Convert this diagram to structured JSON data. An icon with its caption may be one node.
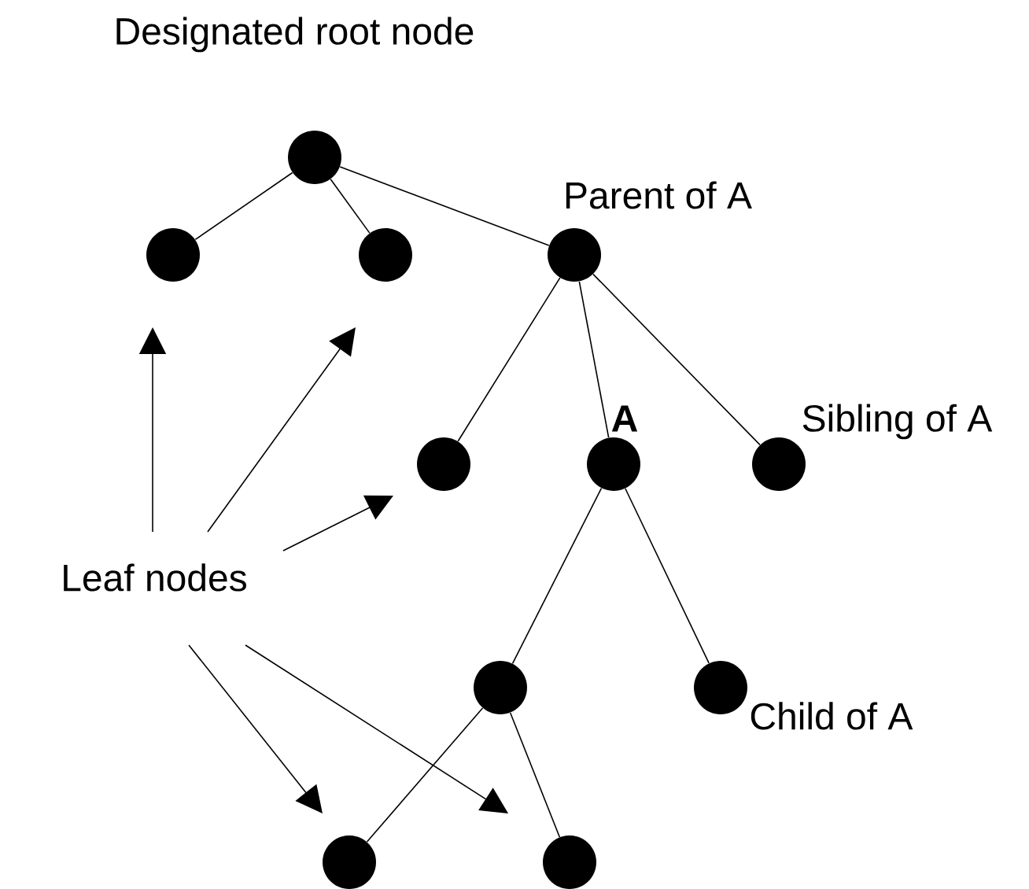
{
  "diagram": {
    "nodes": [
      {
        "text": [],
        "shape": "circle",
        "beside": [
          "Designated root node"
        ]
      },
      {
        "text": [],
        "shape": "circle"
      },
      {
        "text": [],
        "shape": "circle"
      },
      {
        "text": [],
        "shape": "circle",
        "beside": [
          "Parent of A"
        ]
      },
      {
        "text": [],
        "shape": "circle"
      },
      {
        "text": [],
        "shape": "circle",
        "beside": [
          "A"
        ]
      },
      {
        "text": [],
        "shape": "circle",
        "beside": [
          "Sibling of A"
        ]
      },
      {
        "text": [],
        "shape": "circle"
      },
      {
        "text": [],
        "shape": "circle",
        "beside": [
          "Child of A"
        ]
      },
      {
        "text": [],
        "shape": "circle"
      },
      {
        "text": [],
        "shape": "circle"
      },
      {
        "text": [
          "Leaf nodes"
        ]
      }
    ],
    "edges": [
      {
        "from": 0,
        "to": 1,
        "arrow": "none"
      },
      {
        "from": 0,
        "to": 2,
        "arrow": "none"
      },
      {
        "from": 0,
        "to": 3,
        "arrow": "none"
      },
      {
        "from": 3,
        "to": 4,
        "arrow": "none"
      },
      {
        "from": 3,
        "to": 5,
        "arrow": "none"
      },
      {
        "from": 3,
        "to": 6,
        "arrow": "none"
      },
      {
        "from": 5,
        "to": 7,
        "arrow": "none"
      },
      {
        "from": 5,
        "to": 8,
        "arrow": "none"
      },
      {
        "from": 7,
        "to": 9,
        "arrow": "none"
      },
      {
        "from": 7,
        "to": 10,
        "arrow": "none"
      },
      {
        "from": 11,
        "to": 1,
        "arrow": "to"
      },
      {
        "from": 11,
        "to": 2,
        "arrow": "to"
      },
      {
        "from": 11,
        "to": 4,
        "arrow": "to"
      },
      {
        "from": 11,
        "to": 9,
        "arrow": "to"
      },
      {
        "from": 11,
        "to": 10,
        "arrow": "to"
      }
    ]
  }
}
